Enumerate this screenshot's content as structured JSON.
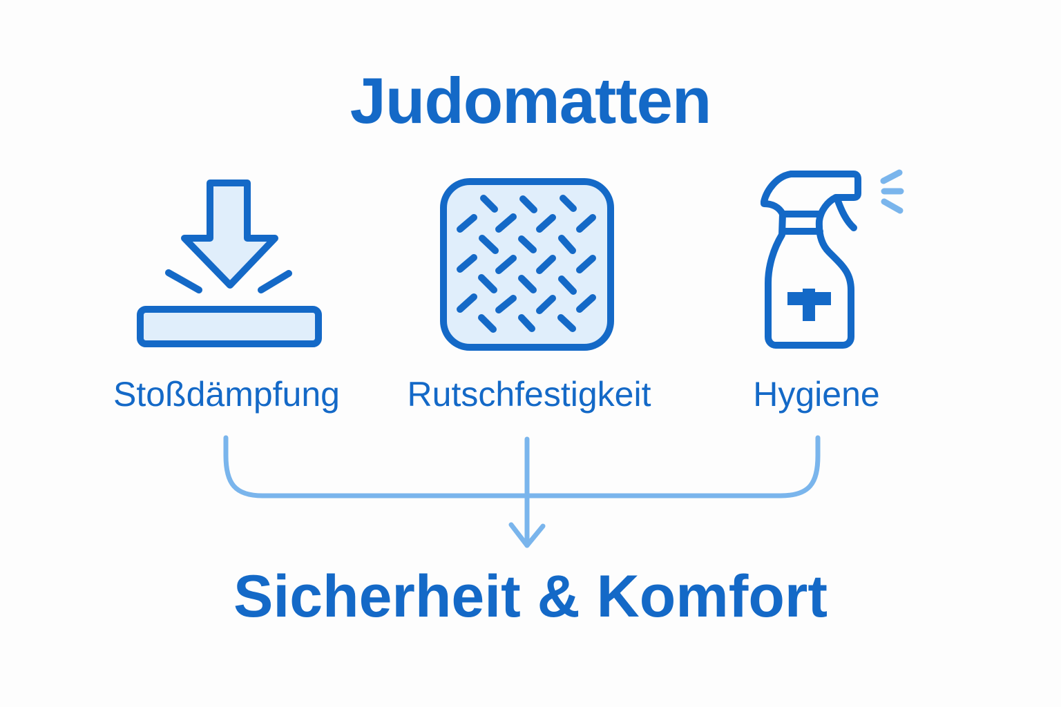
{
  "title": "Judomatten",
  "features": [
    {
      "label": "Stoßdämpfung",
      "icon": "impact-arrow-icon"
    },
    {
      "label": "Rutschfestigkeit",
      "icon": "non-slip-texture-icon"
    },
    {
      "label": "Hygiene",
      "icon": "disinfectant-spray-icon"
    }
  ],
  "result": "Sicherheit & Komfort",
  "colors": {
    "primary": "#1469c7",
    "fill_light": "#e0eefb",
    "connector": "#7ab5ec",
    "background": "#fdfdfd"
  }
}
